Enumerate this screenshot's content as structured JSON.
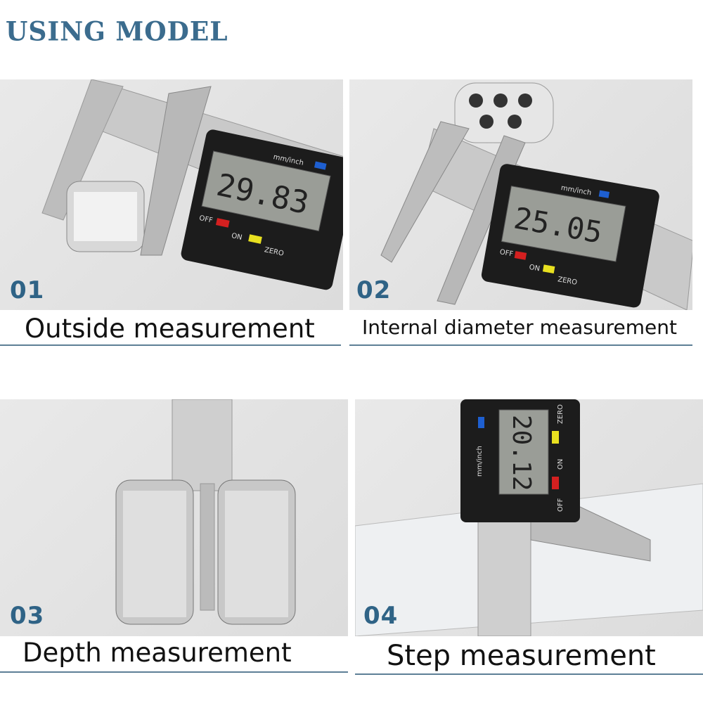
{
  "title": "USING MODEL",
  "display_labels": {
    "unit": "mm/inch",
    "off": "OFF",
    "on": "ON",
    "zero": "ZERO"
  },
  "panels": [
    {
      "number": "01",
      "caption": "Outside measurement",
      "reading": "29.83"
    },
    {
      "number": "02",
      "caption": "Internal diameter measurement",
      "reading": "25.05"
    },
    {
      "number": "03",
      "caption": "Depth measurement",
      "reading": ""
    },
    {
      "number": "04",
      "caption": "Step measurement",
      "reading": "20.12"
    }
  ],
  "colors": {
    "accent": "#3b6c8e",
    "off_button": "#d42020",
    "on_button": "#e8e020",
    "unit_button": "#1e5fd0"
  }
}
